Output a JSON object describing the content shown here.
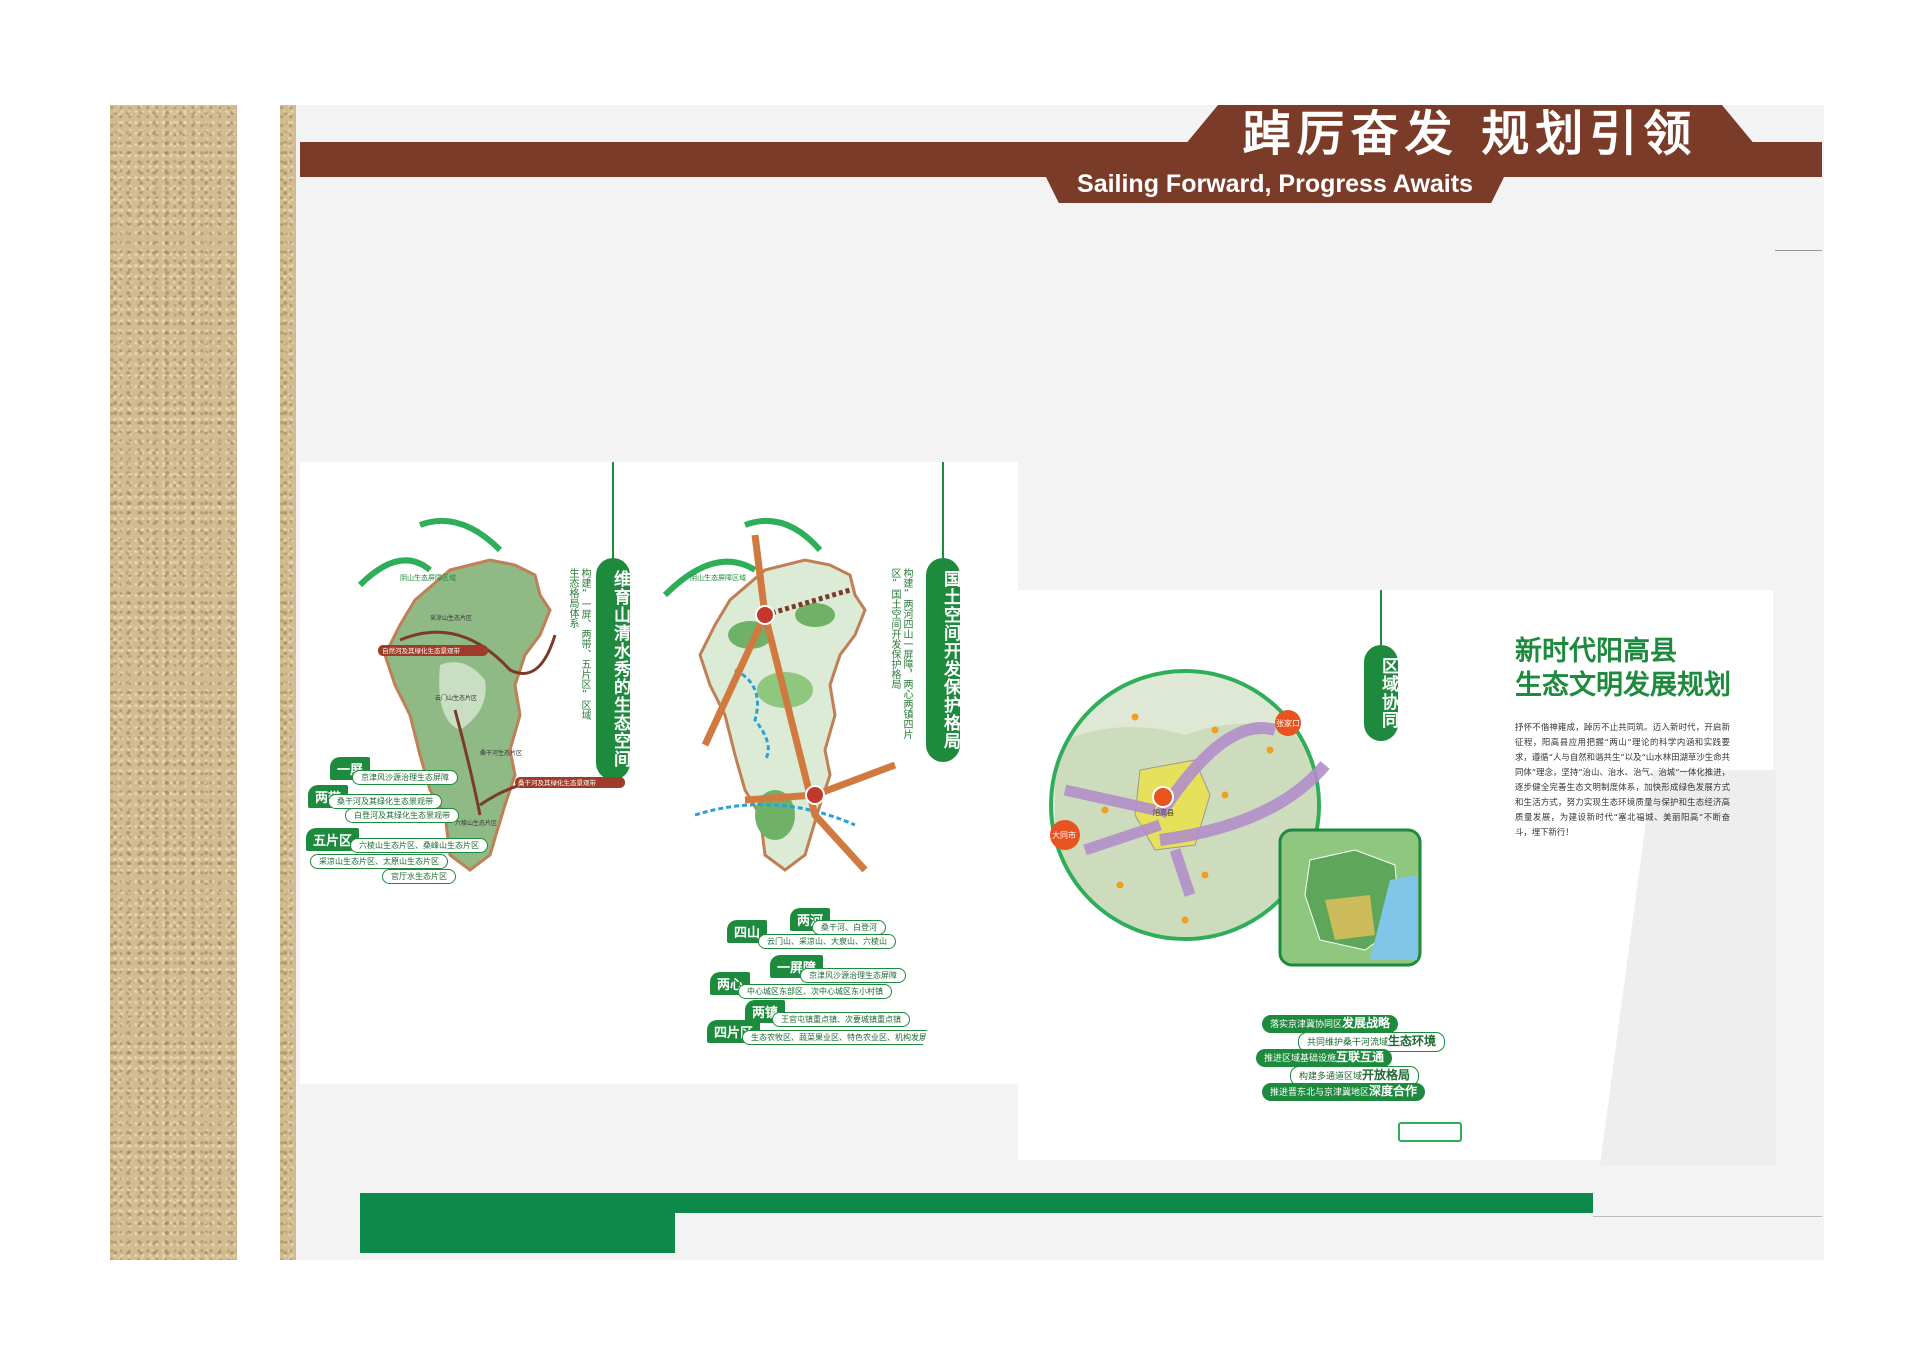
{
  "header": {
    "title": "踔厉奋发 规划引领",
    "subtitle": "Sailing Forward, Progress Awaits"
  },
  "panel_ecology": {
    "title": "维育山清水秀的生态空间",
    "caption": "构建“一屏、两带、五片区”区域生态格局体系",
    "map_labels": [
      "阴山生态屏障区域",
      "自然河及其绿化生态景观带",
      "桑干河及其绿化生态景观带",
      "采凉山生态片区",
      "云门山生态片区",
      "桑干河生态片区",
      "六棱山生态片区"
    ],
    "legend": [
      {
        "label": "一屏",
        "items": [
          "京津风沙源治理生态屏障"
        ]
      },
      {
        "label": "两带",
        "items": [
          "桑干河及其绿化生态景观带",
          "白登河及其绿化生态景观带"
        ]
      },
      {
        "label": "五片区",
        "items": [
          "六棱山生态片区、桑峰山生态片区",
          "采凉山生态片区、太原山生态片区",
          "官厅水生态片区"
        ]
      }
    ]
  },
  "panel_spatial": {
    "title": "国土空间开发保护格局",
    "caption": "构建“两河四山一屏障，两心两镇四片区”国土空间开发保护格局",
    "map_labels": [
      "阴山生态屏障区域"
    ],
    "legend": [
      {
        "label": "两河",
        "items": [
          "桑干河、白登河"
        ]
      },
      {
        "label": "四山",
        "items": [
          "云门山、采凉山、大泉山、六棱山"
        ]
      },
      {
        "label": "一屏障",
        "items": [
          "京津风沙源治理生态屏障"
        ]
      },
      {
        "label": "两心",
        "items": [
          "中心城区东部区、次中心城区东小村镇"
        ]
      },
      {
        "label": "两镇",
        "items": [
          "王官屯镇重点镇、次要城镇重点镇"
        ]
      },
      {
        "label": "四片区",
        "items": [
          "生态农牧区、蔬菜果业区、特色农业区、机构发展区"
        ]
      }
    ]
  },
  "panel_regional": {
    "title": "区域协同",
    "map_labels": [
      "张家口",
      "大同市",
      "阳高县"
    ],
    "legend": [
      {
        "prefix": "落实京津冀协同区",
        "emph": "发展战略",
        "alt": false
      },
      {
        "prefix": "共同维护桑干河流域",
        "emph": "生态环境",
        "alt": true
      },
      {
        "prefix": "推进区域基础设施",
        "emph": "互联互通",
        "alt": false
      },
      {
        "prefix": "构建多通道区域",
        "emph": "开放格局",
        "alt": true
      },
      {
        "prefix": "推进晋东北与京津冀地区",
        "emph": "深度合作",
        "alt": false
      }
    ]
  },
  "intro": {
    "title_line1": "新时代阳高县",
    "title_line2": "生态文明发展规划",
    "body": "抒怀不偕神雍成，踔厉不止共同筑。迈入新时代，开启新征程，阳高县应用把握“两山”理论的科学内涵和实践要求，遵循“人与自然和谐共生”以及“山水林田湖草沙生命共同体”理念，坚持“治山、治水、治气、治城”一体化推进，逐步健全完善生态文明制度体系，加快形成绿色发展方式和生活方式，努力实现生态环境质量与保护和生态经济高质量发展，为建设新时代“塞北福城、美丽阳高”不断奋斗，埋下新行！"
  },
  "colors": {
    "brown": "#7a3c28",
    "green": "#1e8a3e",
    "footer_green": "#0d8a4a",
    "cork": "#d2bb90"
  }
}
